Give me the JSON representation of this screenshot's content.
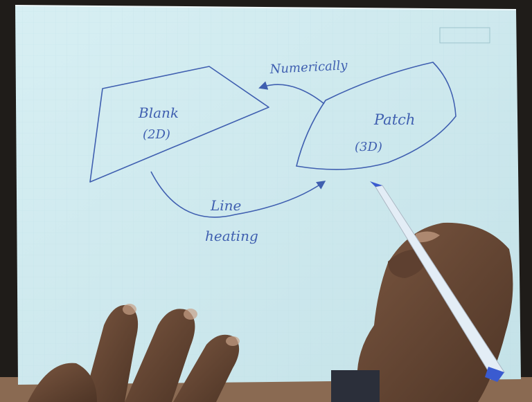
{
  "drawing": {
    "labels": {
      "blank": "Blank",
      "blank_dim": "(2D)",
      "patch": "Patch",
      "patch_dim": "(3D)",
      "numerically": "Numerically",
      "line": "Line",
      "heating": "heating"
    }
  },
  "colors": {
    "paper": "#cfe9ee",
    "ink": "#3f5fb0",
    "skin": "#6b4a34",
    "pen_body": "#e3edf6",
    "pen_tip": "#3a5bd0"
  }
}
